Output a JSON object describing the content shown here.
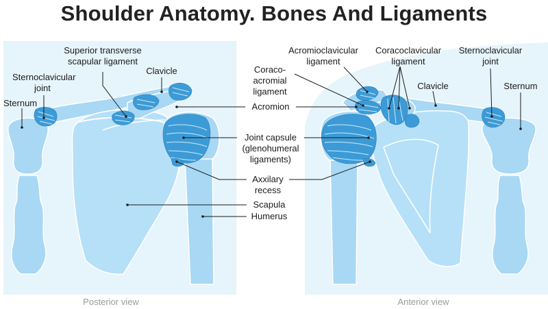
{
  "title": "Shoulder Anatomy. Bones And Ligaments",
  "colors": {
    "bone": "#a8d8f4",
    "body": "#e6f4fc",
    "ligament": "#3c9bd6",
    "text": "#1a1a1a",
    "view_text": "#9a9a9a"
  },
  "labels": {
    "sternum_left": "Sternum",
    "sternoclavicular_left_1": "Sternoclavicular",
    "sternoclavicular_left_2": "joint",
    "sup_transverse_1": "Superior transverse",
    "sup_transverse_2": "scapular ligament",
    "clavicle_left": "Clavicle",
    "acromioclavicular_1": "Acromioclavicular",
    "acromioclavicular_2": "ligament",
    "coracoclavicular_1": "Coracoclavicular",
    "coracoclavicular_2": "ligament",
    "sternoclavicular_right_1": "Sternoclavicular",
    "sternoclavicular_right_2": "joint",
    "coracoacromial_1": "Coraco-",
    "coracoacromial_2": "acromial",
    "coracoacromial_3": "ligament",
    "clavicle_right": "Clavicle",
    "sternum_right": "Sternum",
    "acromion": "Acromion",
    "joint_capsule_1": "Joint capsule",
    "joint_capsule_2": "(glenohumeral",
    "joint_capsule_3": "ligaments)",
    "axillary_1": "Axxilary",
    "axillary_2": "recess",
    "scapula": "Scapula",
    "humerus": "Humerus"
  },
  "views": {
    "posterior": "Posterior view",
    "anterior": "Anterior view"
  }
}
